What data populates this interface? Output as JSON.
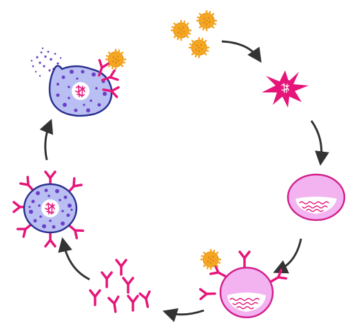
{
  "diagram": {
    "type": "allergic-sensitization-cycle",
    "labels": [],
    "stages": [
      {
        "id": "allergen-particles",
        "icon": "pollen-grain-icon",
        "count": 3
      },
      {
        "id": "antigen-presenting-cell",
        "icon": "dendritic-cell-icon"
      },
      {
        "id": "b-cell",
        "icon": "b-cell-icon"
      },
      {
        "id": "activated-b-cell",
        "icon": "b-cell-with-receptors-icon"
      },
      {
        "id": "free-antibodies",
        "icon": "antibody-icon",
        "count": 7
      },
      {
        "id": "sensitized-mast-cell",
        "icon": "mast-cell-icon"
      },
      {
        "id": "degranulating-mast-cell",
        "icon": "degranulating-mast-cell-icon"
      }
    ],
    "arrows": 6
  },
  "colors": {
    "background": "#ffffff",
    "pollen": "#f5a623",
    "pollen_dark": "#d98a12",
    "antibody": "#e6157a",
    "dendritic": "#e6157a",
    "bcell_fill": "#f2b3f0",
    "bcell_stroke": "#d21f8c",
    "mast_fill": "#b9bff2",
    "mast_stroke": "#2a2f8f",
    "granule": "#6a3fc8",
    "arrow": "#333333"
  }
}
